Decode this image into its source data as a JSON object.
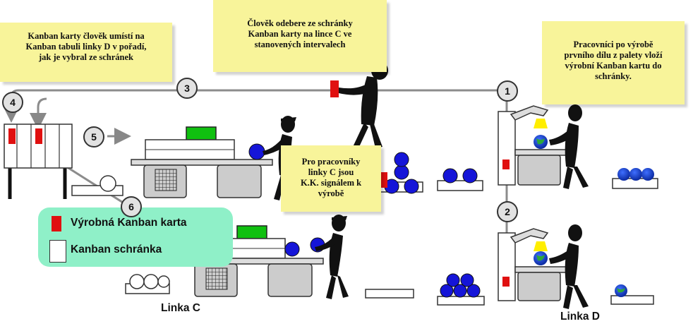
{
  "notes": {
    "line_d_board": [
      "Kanban karty člověk umístí na",
      "Kanban tabuli linky D v pořadí,",
      "jak je vybral ze schránek"
    ],
    "collector": [
      "Člověk odebere ze schránky",
      "Kanban karty na lince C ve",
      "stanovených intervalech"
    ],
    "worker_d": [
      "Pracovníci po výrobě",
      "prvního dílu z palety vloží",
      "výrobní Kanban kartu do",
      "schránky."
    ],
    "line_c_workers": [
      "Pro pracovníky",
      "linky C jsou",
      "K.K. signálem k",
      "výrobě"
    ]
  },
  "steps": [
    "1",
    "2",
    "3",
    "4",
    "5",
    "6"
  ],
  "legend": {
    "production_card": "Výrobná Kanban karta",
    "kanban_box": "Kanban schránka",
    "colors": {
      "production_card": "#e01010",
      "kanban_box": "#ffffff",
      "background": "#8ff0c8"
    }
  },
  "labels": {
    "line_c": "Linka C",
    "line_d": "Linka D"
  },
  "colors": {
    "note": "#f8f49a",
    "ball": "#1515d8",
    "globe_land": "#2da83a",
    "indicator": "#10c010",
    "lamp": "#ffee00"
  }
}
